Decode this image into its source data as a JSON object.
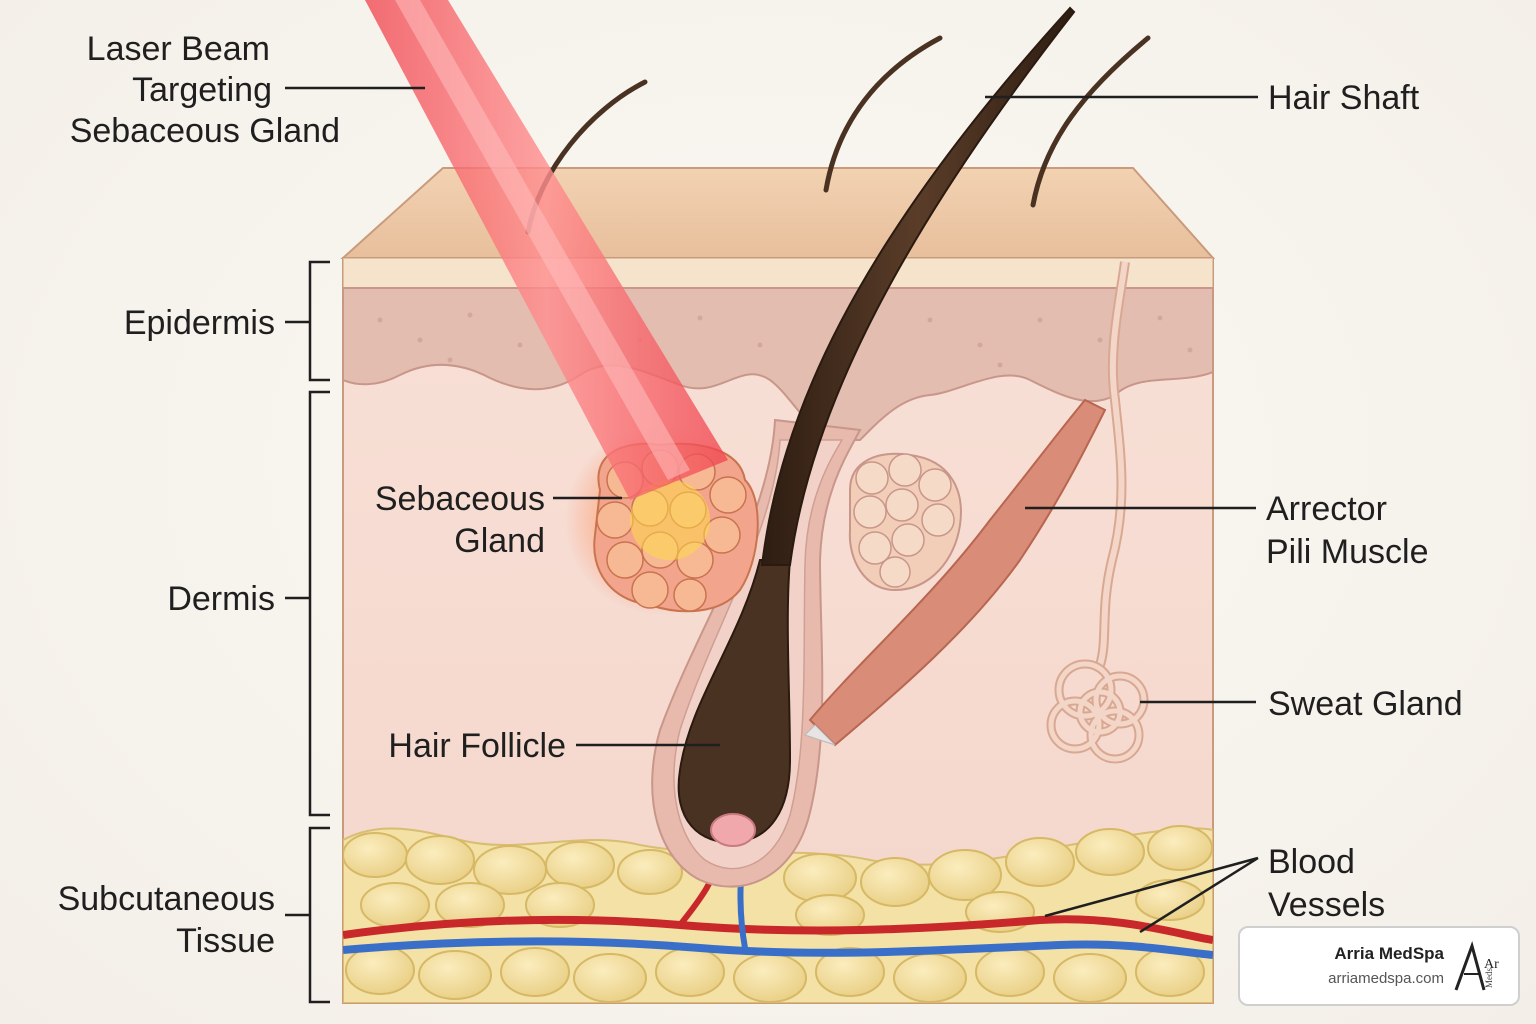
{
  "labels": {
    "laser": [
      "Laser Beam",
      "Targeting",
      "Sebaceous Gland"
    ],
    "hair_shaft": "Hair Shaft",
    "epidermis": "Epidermis",
    "dermis": "Dermis",
    "subcutaneous": [
      "Subcutaneous",
      "Tissue"
    ],
    "sebaceous_gland": [
      "Sebaceous",
      "Gland"
    ],
    "arrector": [
      "Arrector",
      "Pili Muscle"
    ],
    "hair_follicle": "Hair Follicle",
    "sweat_gland": "Sweat Gland",
    "blood_vessels": [
      "Blood",
      "Vessels"
    ]
  },
  "watermark": {
    "name": "Arria MedSpa",
    "url": "arriamedspa.com",
    "logo_text": "Arria Meds"
  },
  "colors": {
    "laser": "#f2545b",
    "epidermis": "#e6bfae",
    "dermis": "#f6dcd2",
    "fat": "#f1dc9a",
    "artery": "#c8282a",
    "vein": "#3a6fc9",
    "hair": "#4a3222",
    "muscle": "#d98c78"
  }
}
